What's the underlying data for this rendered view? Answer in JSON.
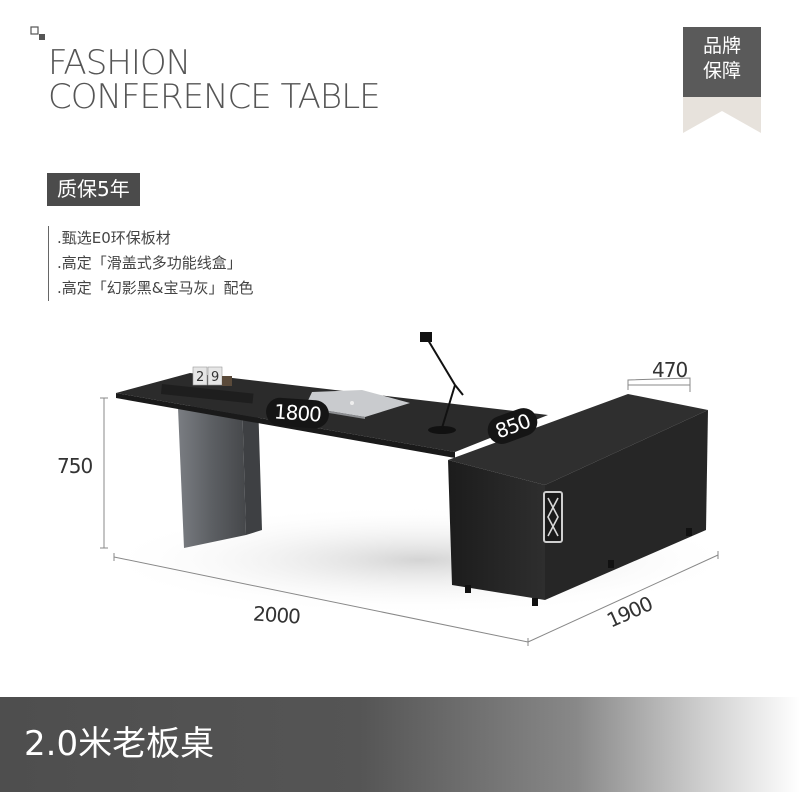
{
  "header": {
    "title_line1": "FASHION",
    "title_line2": "CONFERENCE TABLE"
  },
  "badge": {
    "line1": "品牌",
    "line2": "保障",
    "color": "#5a5a5a"
  },
  "warranty": "质保5年",
  "features": [
    ".甄选E0环保板材",
    ".高定「滑盖式多功能线盒」",
    ".高定「幻影黑&宝马灰」配色"
  ],
  "dimensions": {
    "desk_depth": "1800",
    "return_width": "850",
    "cabinet_depth": "470",
    "height": "750",
    "length": "2000",
    "return_length": "1900"
  },
  "product": {
    "desk_top_color": "#2b2b2b",
    "leg_color": "#5c5f63",
    "cabinet_color": "#262626",
    "calendar_digits": [
      "2",
      "9"
    ],
    "icon": "desk-lamp-icon"
  },
  "banner": {
    "label": "2.0米老板桌"
  }
}
